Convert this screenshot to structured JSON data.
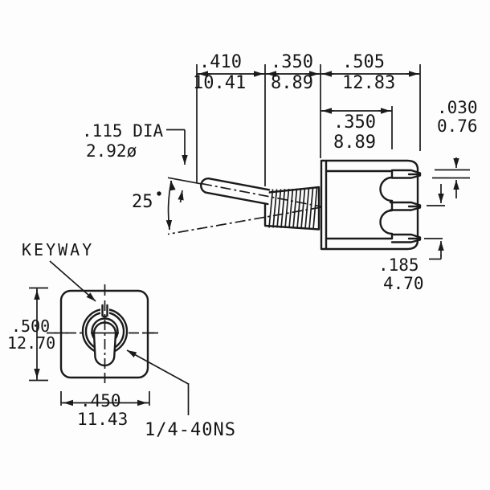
{
  "drawing": {
    "side_view": {
      "dim_lever": {
        "in": ".410",
        "mm": "10.41"
      },
      "dim_bushing": {
        "in": ".350",
        "mm": "8.89"
      },
      "dim_body": {
        "in": ".505",
        "mm": "12.83"
      },
      "dim_terminal_span": {
        "in": ".350",
        "mm": "8.89"
      },
      "dim_terminal_thickness": {
        "in": ".030",
        "mm": "0.76"
      },
      "dim_terminal_spacing": {
        "in": ".185",
        "mm": "4.70"
      },
      "lever_diameter": {
        "in": ".115 DIA",
        "mm": "2.92ø"
      },
      "throw_angle": {
        "value": "25"
      }
    },
    "front_view": {
      "keyway_label": "KEYWAY",
      "thread_label": "1/4-40NS",
      "dim_height": {
        "in": ".500",
        "mm": "12.70"
      },
      "dim_width": {
        "in": ".450",
        "mm": "11.43"
      }
    }
  }
}
